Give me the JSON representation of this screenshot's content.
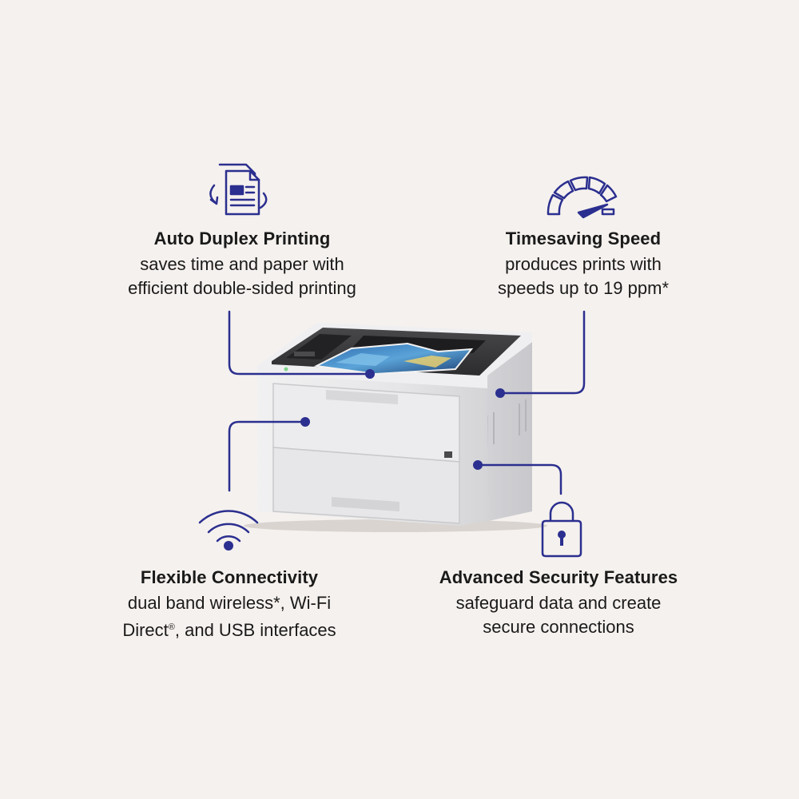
{
  "colors": {
    "background": "#f5f1ee",
    "accent": "#2b2f8f",
    "text": "#1a1a1a",
    "printer_body": "#e4e4e6",
    "printer_top": "#3a3a3c"
  },
  "features": {
    "duplex": {
      "icon": "duplex-document-icon",
      "title": "Auto Duplex Printing",
      "line1": "saves time and paper with",
      "line2": "efficient double-sided printing"
    },
    "speed": {
      "icon": "speedometer-icon",
      "title": "Timesaving Speed",
      "line1": "produces prints with",
      "line2": "speeds up to 19 ppm*"
    },
    "connectivity": {
      "icon": "wifi-icon",
      "title": "Flexible Connectivity",
      "line1": "dual band wireless*, Wi-Fi",
      "line2a": "Direct",
      "line2_mark": "®",
      "line2b": ", and USB interfaces"
    },
    "security": {
      "icon": "padlock-icon",
      "title": "Advanced Security Features",
      "line1": "safeguard data and create",
      "line2": "secure connections"
    }
  },
  "product": {
    "image": "laser-printer"
  }
}
